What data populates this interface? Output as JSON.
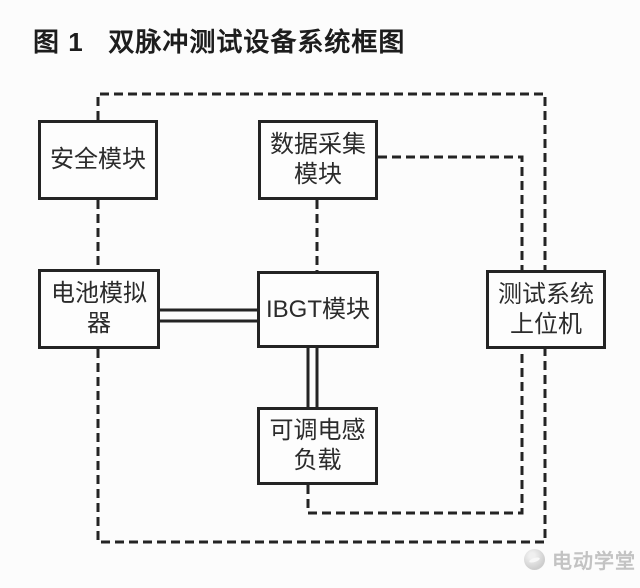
{
  "title": "图 1   双脉冲测试设备系统框图",
  "diagram": {
    "nodes": [
      {
        "id": "safety-module",
        "label": "安全模块"
      },
      {
        "id": "data-acquisition-module",
        "label": "数据采集\n模块"
      },
      {
        "id": "battery-simulator",
        "label": "电池模拟\n器"
      },
      {
        "id": "ibgt-module",
        "label": "IBGT模块"
      },
      {
        "id": "test-system-host",
        "label": "测试系统\n上位机"
      },
      {
        "id": "adjustable-inductive-load",
        "label": "可调电感\n负载"
      }
    ],
    "edges": [
      {
        "from": "safety-module",
        "to": "test-system-host",
        "style": "dashed",
        "route": "up-right-down-outer"
      },
      {
        "from": "safety-module",
        "to": "battery-simulator",
        "style": "dashed",
        "route": "vertical"
      },
      {
        "from": "battery-simulator",
        "to": "test-system-host",
        "style": "dashed",
        "route": "down-right-up-outer"
      },
      {
        "from": "data-acquisition-module",
        "to": "ibgt-module",
        "style": "dashed",
        "route": "vertical"
      },
      {
        "from": "data-acquisition-module",
        "to": "test-system-host",
        "style": "dashed",
        "route": "right-down"
      },
      {
        "from": "adjustable-inductive-load",
        "to": "test-system-host",
        "style": "dashed",
        "route": "down-right-up"
      },
      {
        "from": "battery-simulator",
        "to": "ibgt-module",
        "style": "double-solid",
        "route": "horizontal"
      },
      {
        "from": "ibgt-module",
        "to": "adjustable-inductive-load",
        "style": "double-solid",
        "route": "vertical"
      }
    ]
  },
  "watermark": {
    "text": "电动学堂",
    "icon": "brand-logo-icon"
  },
  "colors": {
    "line": "#242424",
    "background": "#fcfcfc",
    "watermark": "#c3c3c3"
  }
}
